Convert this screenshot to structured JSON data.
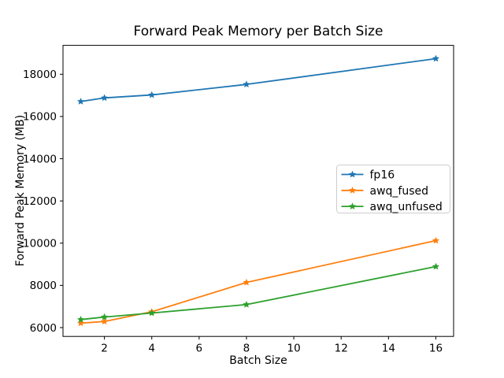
{
  "chart_data": {
    "type": "line",
    "title": "Forward Peak Memory per Batch Size",
    "xlabel": "Batch Size",
    "ylabel": "Forward Peak Memory (MB)",
    "x": [
      1,
      2,
      4,
      8,
      16
    ],
    "series": [
      {
        "name": "fp16",
        "color": "#1f77b4",
        "marker": "star",
        "values": [
          16710,
          16880,
          17020,
          17520,
          18740
        ]
      },
      {
        "name": "awq_fused",
        "color": "#ff7f0e",
        "marker": "star",
        "values": [
          6210,
          6290,
          6750,
          8140,
          10120
        ]
      },
      {
        "name": "awq_unfused",
        "color": "#2ca02c",
        "marker": "star",
        "values": [
          6380,
          6500,
          6690,
          7090,
          8890
        ]
      }
    ],
    "xlim": [
      0.25,
      16.75
    ],
    "ylim": [
      5582,
      19369
    ],
    "xticks": [
      2,
      4,
      6,
      8,
      10,
      12,
      14,
      16
    ],
    "yticks": [
      6000,
      8000,
      10000,
      12000,
      14000,
      16000,
      18000
    ],
    "grid": false,
    "legend": {
      "position": "center-right",
      "border_color": "#cccccc",
      "background": "#ffffff",
      "entries": [
        "fp16",
        "awq_fused",
        "awq_unfused"
      ]
    },
    "axes_color": "#000000"
  }
}
